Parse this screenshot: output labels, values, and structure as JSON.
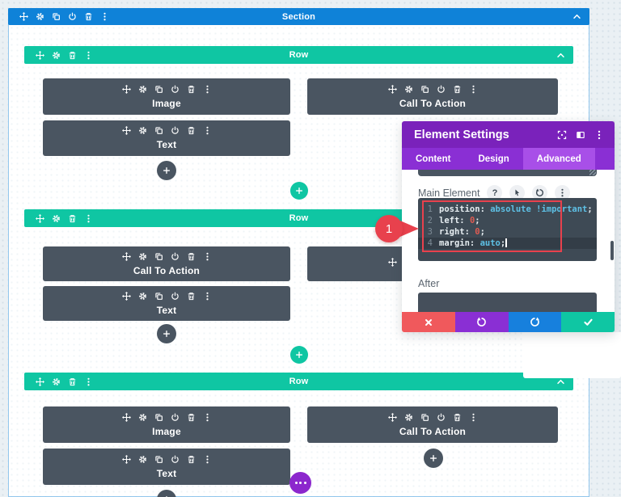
{
  "colors": {
    "section_blue": "#0f82d8",
    "row_green": "#0fc6a3",
    "module_gray": "#4a5561",
    "modal_header_purple": "#7a22bb",
    "tab_bar_purple": "#8a2fd4",
    "tab_active_purple": "#a84fe8",
    "button_red": "#f0595c",
    "button_purple": "#8a2fd4",
    "button_blue": "#1780dd",
    "button_green": "#0fc6a3",
    "annotation_red": "#e8414d",
    "code_background": "#3e4a55",
    "ellipsis_purple": "#8c27cd"
  },
  "section": {
    "title": "Section",
    "toolbar_icons": [
      "move-icon",
      "gear-icon",
      "duplicate-icon",
      "disable-icon",
      "trash-icon",
      "menu-dots-icon"
    ],
    "chevron_icon": "chevron-up-icon"
  },
  "rows": [
    {
      "title": "Row",
      "toolbar_icons": [
        "move-icon",
        "gear-icon",
        "trash-icon",
        "menu-dots-icon"
      ],
      "columns": [
        {
          "modules": [
            {
              "label": "Image"
            },
            {
              "label": "Text"
            }
          ],
          "add_button": "+"
        },
        {
          "modules": [
            {
              "label": "Call To Action"
            }
          ]
        }
      ],
      "add_row_button": "+"
    },
    {
      "title": "Row",
      "toolbar_icons": [
        "move-icon",
        "gear-icon",
        "trash-icon",
        "menu-dots-icon"
      ],
      "columns": [
        {
          "modules": [
            {
              "label": "Call To Action"
            },
            {
              "label": "Text"
            }
          ],
          "add_button": "+"
        },
        {
          "modules": [
            {
              "label": ""
            }
          ]
        }
      ],
      "add_row_button": "+"
    },
    {
      "title": "Row",
      "toolbar_icons": [
        "move-icon",
        "gear-icon",
        "trash-icon",
        "menu-dots-icon"
      ],
      "columns": [
        {
          "modules": [
            {
              "label": "Image"
            },
            {
              "label": "Text"
            }
          ],
          "add_button": "+"
        },
        {
          "modules": [
            {
              "label": "Call To Action"
            }
          ],
          "add_button": "+"
        }
      ]
    }
  ],
  "module_toolbar_icons": [
    "move-icon",
    "gear-icon",
    "duplicate-icon",
    "disable-icon",
    "trash-icon",
    "menu-dots-icon"
  ],
  "modal": {
    "title": "Element Settings",
    "header_icons": [
      "snap-icon",
      "split-view-icon",
      "menu-dots-icon"
    ],
    "tabs": [
      {
        "label": "Content",
        "active": false
      },
      {
        "label": "Design",
        "active": false
      },
      {
        "label": "Advanced",
        "active": true
      }
    ],
    "main_element": {
      "label": "Main Element",
      "help_glyph": "?",
      "tool_icons": [
        "help-icon",
        "cursor-icon",
        "reset-icon",
        "menu-dots-icon"
      ],
      "code_lines": [
        {
          "num": "1",
          "active": false,
          "cursor": false,
          "tokens": [
            [
              "position:",
              "prop"
            ],
            [
              " ",
              "plain"
            ],
            [
              "absolute",
              "value"
            ],
            [
              " ",
              "plain"
            ],
            [
              "!important",
              "value"
            ],
            [
              ";",
              "plain"
            ]
          ]
        },
        {
          "num": "2",
          "active": false,
          "cursor": false,
          "tokens": [
            [
              "left:",
              "prop"
            ],
            [
              " ",
              "plain"
            ],
            [
              "0",
              "number"
            ],
            [
              ";",
              "plain"
            ]
          ]
        },
        {
          "num": "3",
          "active": false,
          "cursor": false,
          "tokens": [
            [
              "right:",
              "prop"
            ],
            [
              " ",
              "plain"
            ],
            [
              "0",
              "number"
            ],
            [
              ";",
              "plain"
            ]
          ]
        },
        {
          "num": "4",
          "active": true,
          "cursor": true,
          "tokens": [
            [
              "margin:",
              "prop"
            ],
            [
              " ",
              "plain"
            ],
            [
              "auto",
              "value"
            ],
            [
              ";",
              "plain"
            ]
          ]
        }
      ]
    },
    "after": {
      "label": "After"
    },
    "footer_buttons": [
      {
        "name": "discard",
        "icon": "x-icon"
      },
      {
        "name": "undo",
        "icon": "undo-icon"
      },
      {
        "name": "redo",
        "icon": "redo-icon"
      },
      {
        "name": "save",
        "icon": "check-icon"
      }
    ]
  },
  "annotation": {
    "step_label": "1"
  },
  "overflow_menu": {
    "icon": "ellipsis-icon"
  }
}
